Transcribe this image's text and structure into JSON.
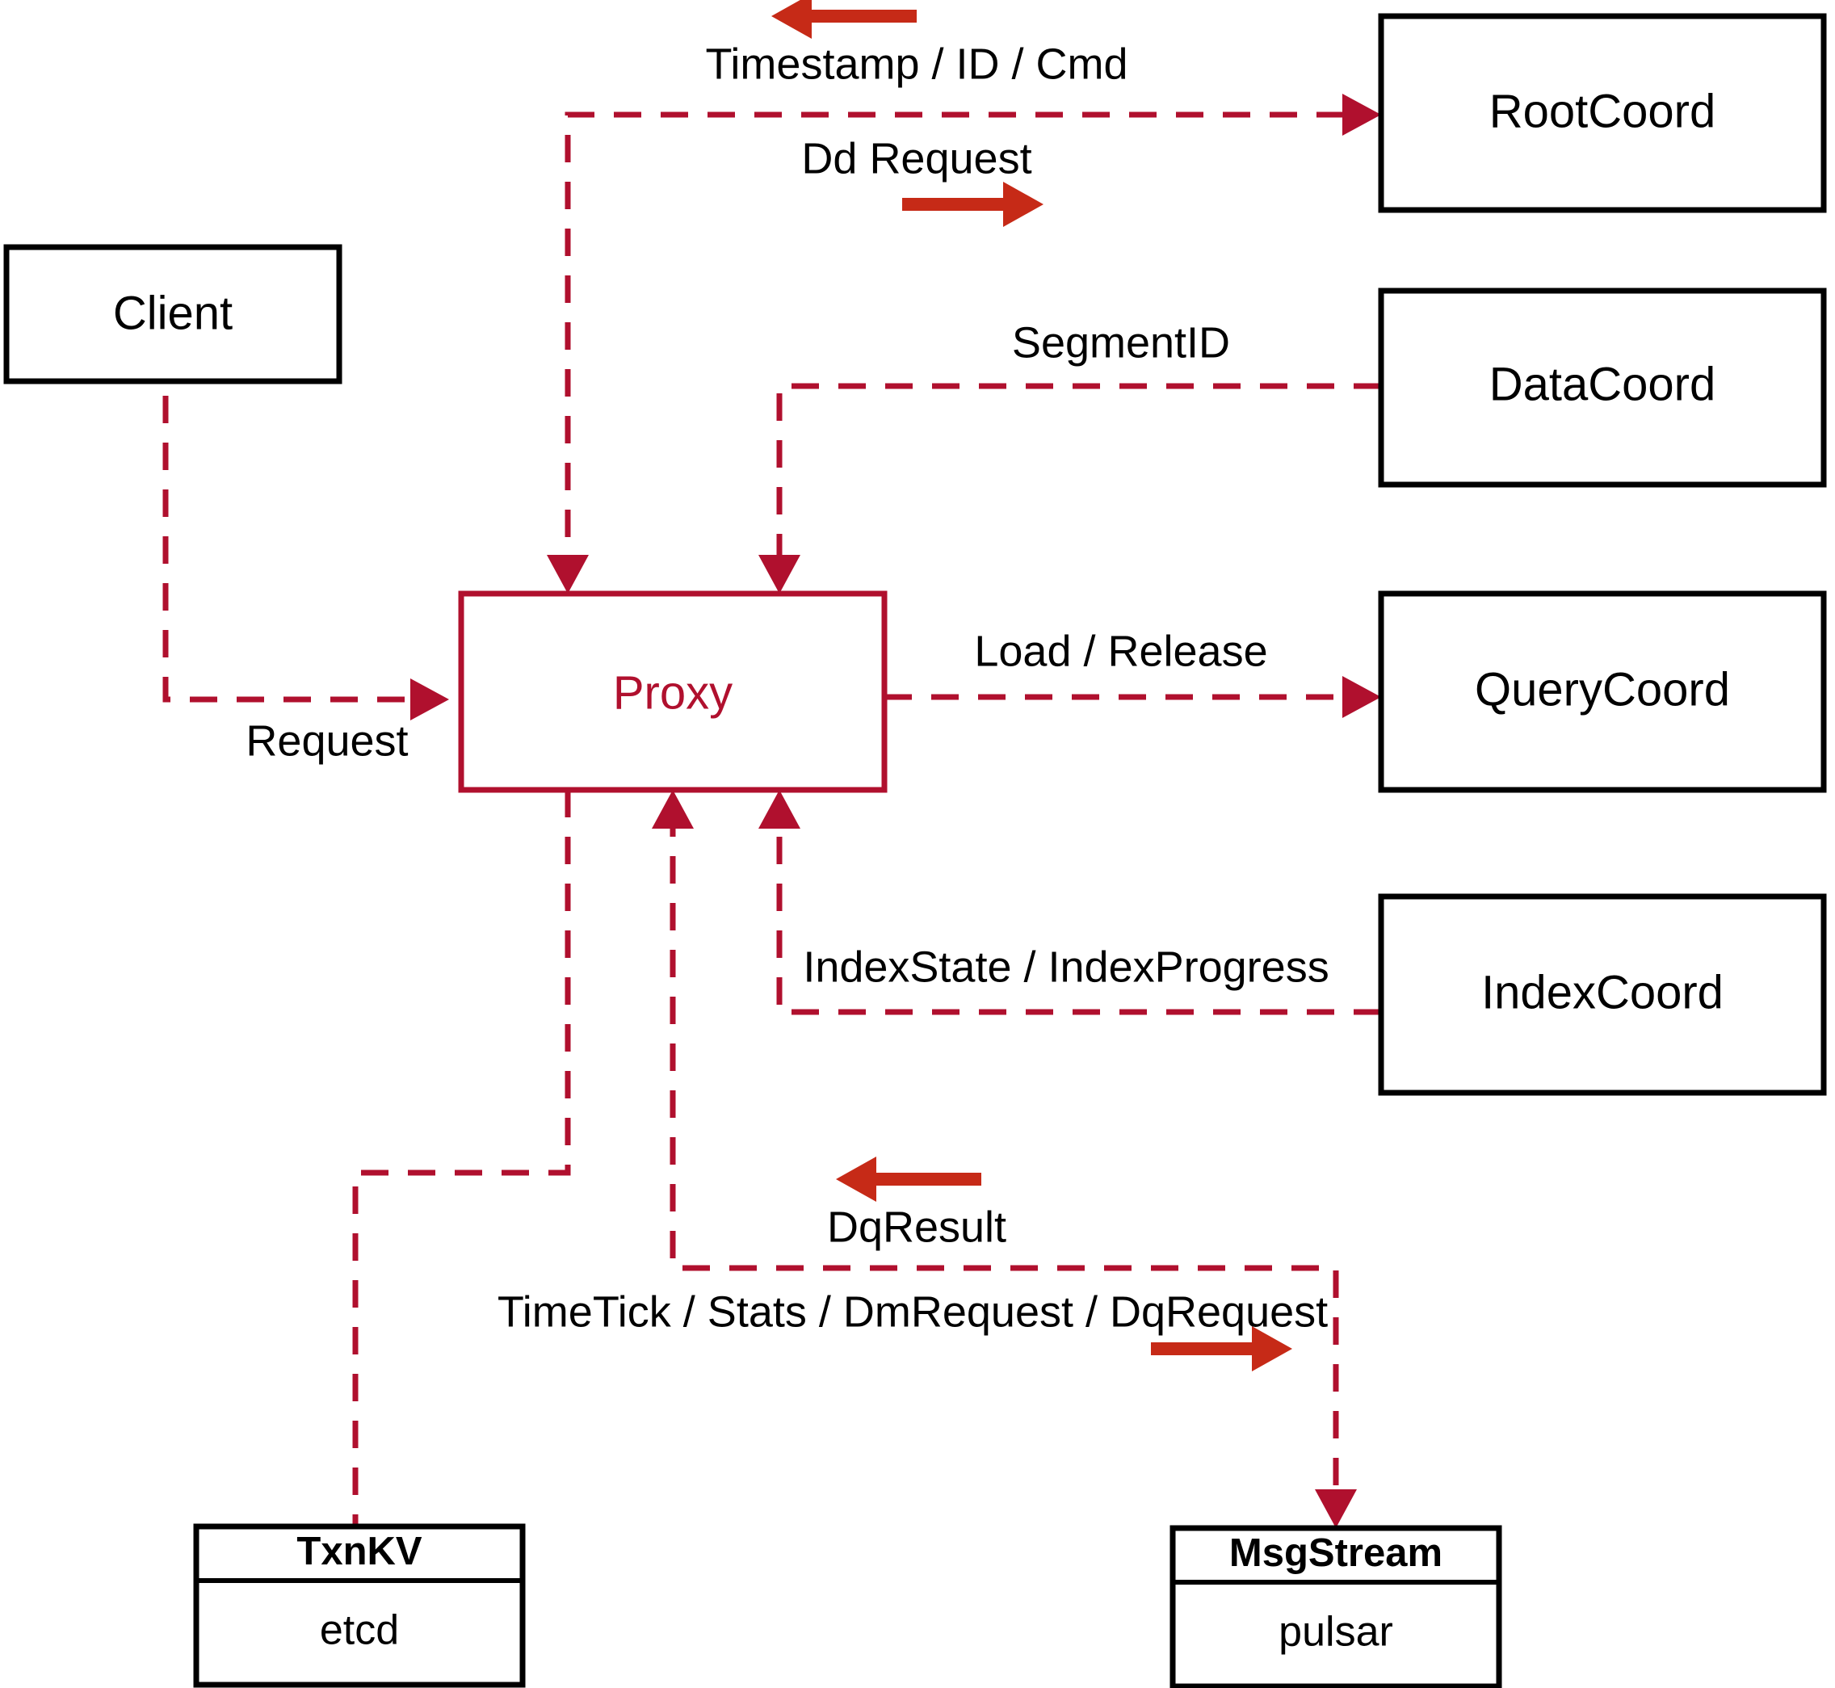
{
  "diagram": {
    "title": "Milvus Proxy interaction diagram",
    "accent_red": "#b0102e",
    "arrow_red": "#c62a17",
    "node_border": "#000000",
    "background": "#ffffff"
  },
  "nodes": {
    "client": {
      "label": "Client"
    },
    "proxy": {
      "label": "Proxy"
    },
    "rootcoord": {
      "label": "RootCoord"
    },
    "datacoord": {
      "label": "DataCoord"
    },
    "querycoord": {
      "label": "QueryCoord"
    },
    "indexcoord": {
      "label": "IndexCoord"
    },
    "txnkv": {
      "title": "TxnKV",
      "impl": "etcd"
    },
    "msgstream": {
      "title": "MsgStream",
      "impl": "pulsar"
    }
  },
  "edges": {
    "timestamp_id_cmd": {
      "label": "Timestamp / ID / Cmd",
      "direction": "left"
    },
    "dd_request": {
      "label": "Dd Request",
      "direction": "right"
    },
    "segment_id": {
      "label": "SegmentID",
      "direction": "left"
    },
    "request": {
      "label": "Request",
      "direction": "right"
    },
    "load_release": {
      "label": "Load / Release",
      "direction": "right"
    },
    "index_state": {
      "label": "IndexState / IndexProgress",
      "direction": "left"
    },
    "dq_result": {
      "label": "DqResult",
      "direction": "left"
    },
    "timetick_stats": {
      "label": "TimeTick / Stats / DmRequest / DqRequest",
      "direction": "right"
    }
  }
}
